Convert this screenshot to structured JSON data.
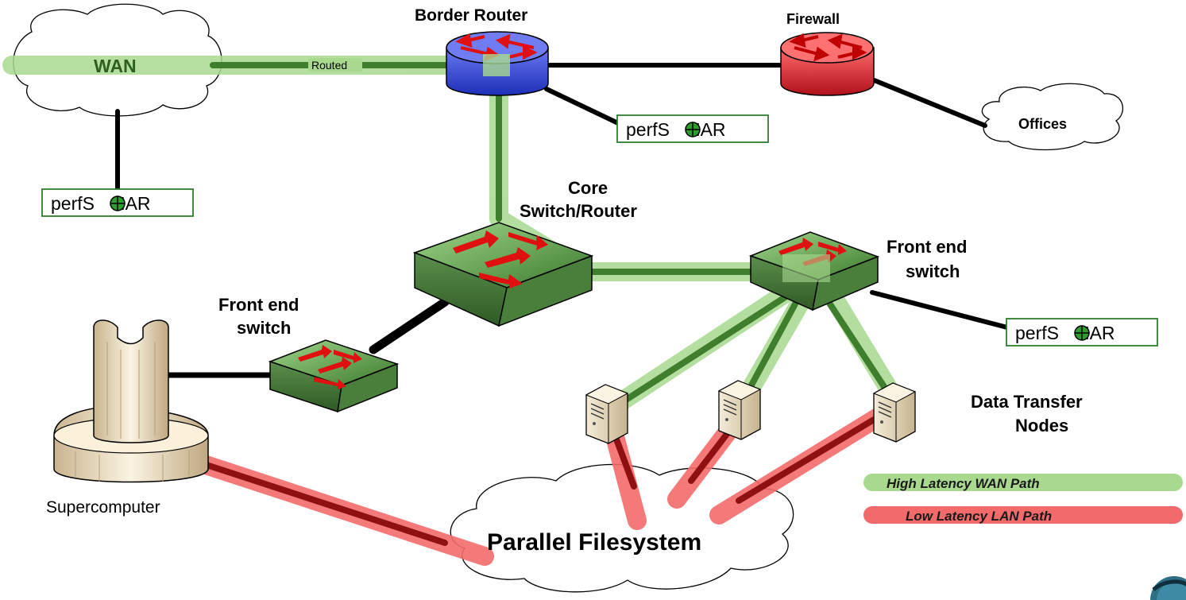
{
  "clouds": {
    "wan": "WAN",
    "offices": "Offices",
    "parallel_fs": "Parallel Filesystem"
  },
  "links": {
    "routed": "Routed"
  },
  "devices": {
    "border_router": "Border Router",
    "firewall": "Firewall",
    "core_switch_line1": "Core",
    "core_switch_line2": "Switch/Router",
    "front_end_left_line1": "Front end",
    "front_end_left_line2": "switch",
    "front_end_right_line1": "Front end",
    "front_end_right_line2": "switch",
    "supercomputer": "Supercomputer",
    "dtn_line1": "Data Transfer",
    "dtn_line2": "Nodes"
  },
  "perfsonar": {
    "prefix": "perfS",
    "suffix": "NAR",
    "icon": "crosshair-o-icon"
  },
  "legend": {
    "wan_path": "High Latency WAN Path",
    "lan_path": "Low Latency LAN Path",
    "wan_color": "#8fcf6a",
    "lan_color": "#f26a6a"
  },
  "colors": {
    "router_blue": "#3b4fd8",
    "firewall_red": "#e0303a",
    "switch_green": "#4e8c3c",
    "arrow_red": "#e01010"
  }
}
